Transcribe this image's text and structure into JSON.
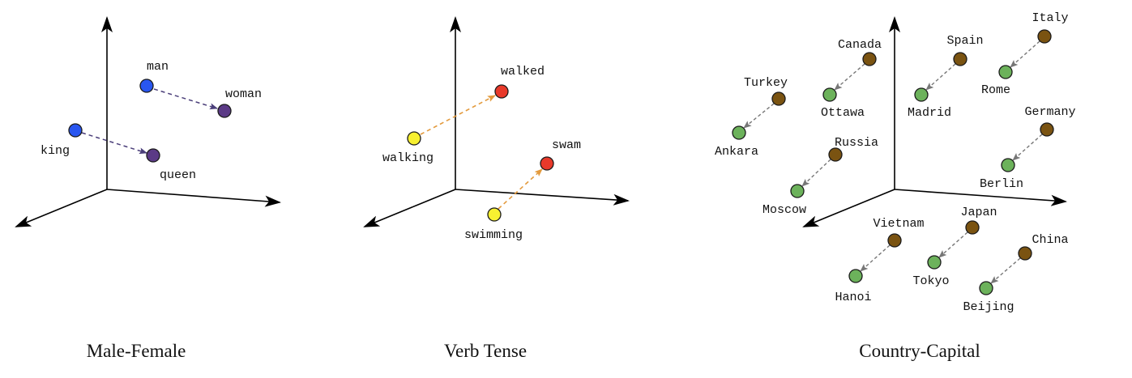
{
  "colors": {
    "male": "#2956f0",
    "female": "#5b3a86",
    "present": "#f7f031",
    "past": "#e8392a",
    "country": "#7a5311",
    "capital": "#6cb25b",
    "arrow_mf": "#4b3f7a",
    "arrow_verb": "#e39a3d",
    "arrow_cc": "#777777"
  },
  "panels": [
    {
      "caption": "Male-Female",
      "pairs": [
        {
          "from": "man",
          "to": "woman"
        },
        {
          "from": "king",
          "to": "queen"
        }
      ]
    },
    {
      "caption": "Verb Tense",
      "pairs": [
        {
          "from": "walking",
          "to": "walked"
        },
        {
          "from": "swimming",
          "to": "swam"
        }
      ]
    },
    {
      "caption": "Country-Capital",
      "pairs": [
        {
          "from": "Turkey",
          "to": "Ankara"
        },
        {
          "from": "Canada",
          "to": "Ottawa"
        },
        {
          "from": "Spain",
          "to": "Madrid"
        },
        {
          "from": "Italy",
          "to": "Rome"
        },
        {
          "from": "Germany",
          "to": "Berlin"
        },
        {
          "from": "Russia",
          "to": "Moscow"
        },
        {
          "from": "Vietnam",
          "to": "Hanoi"
        },
        {
          "from": "Japan",
          "to": "Tokyo"
        },
        {
          "from": "China",
          "to": "Beijing"
        }
      ]
    }
  ]
}
